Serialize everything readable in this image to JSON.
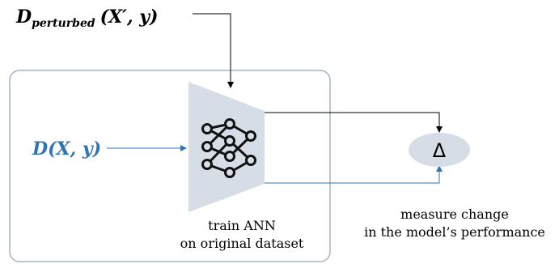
{
  "perturbed_input": {
    "base": "D",
    "subscript": "perturbed",
    "args": "(X′, y)",
    "color": "#000000"
  },
  "original_input": {
    "base": "D",
    "args": "(X, y)",
    "color": "#2e75b6"
  },
  "model": {
    "icon": "neural-network-icon",
    "caption_line1": "train ANN",
    "caption_line2": "on original dataset"
  },
  "delta_node": {
    "symbol": "Δ",
    "caption_line1": "measure change",
    "caption_line2": "in the model’s performance"
  },
  "colors": {
    "box_border": "#a5b4c4",
    "trapezoid_fill": "#d6dde6",
    "delta_fill": "#d6dde6",
    "blue_accent": "#2e75b6",
    "arrow_dark": "#000000"
  }
}
